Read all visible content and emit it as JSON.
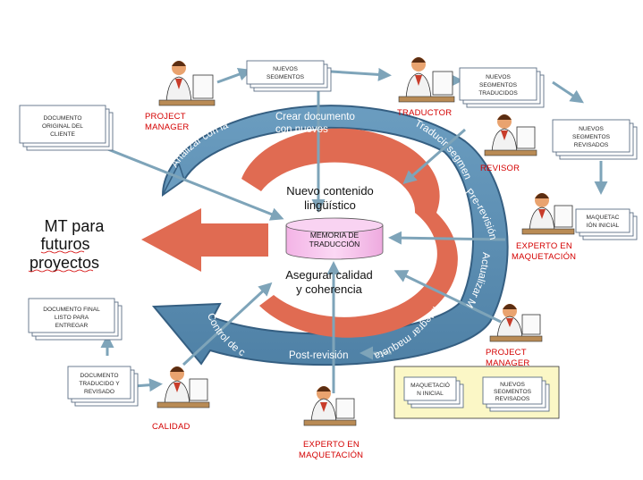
{
  "left_title": [
    "MT para",
    "futuros",
    "proyectos"
  ],
  "center_top": [
    "Nuevo contenido",
    "lingüístico"
  ],
  "center_bottom": [
    "Asegurar calidad",
    "y coherencia"
  ],
  "memory": [
    "MEMORIA DE",
    "TRADUCCIÓN"
  ],
  "ring_labels": {
    "analizar": "Analizar con la MT",
    "crear": [
      "Crear documento",
      "con nuevos"
    ],
    "traducir": "Traducir segmentos",
    "prerevision": "Pre-revisión",
    "actualizar": "Actualizar MT",
    "integrar": "Integrar maquetación y",
    "postrevision": "Post-revisión",
    "control": "Control de calidad"
  },
  "roles": {
    "pm_top": [
      "PROJECT",
      "MANAGER"
    ],
    "traductor": "TRADUCTOR",
    "revisor": "REVISOR",
    "maq_right": [
      "EXPERTO EN",
      "MAQUETACIÓN"
    ],
    "pm_bottom": [
      "PROJECT",
      "MANAGER"
    ],
    "maq_bottom": [
      "EXPERTO EN",
      "MAQUETACIÓN"
    ],
    "calidad": "CALIDAD"
  },
  "documents": {
    "original": [
      "DOCUMENTO",
      "ORIGINAL DEL",
      "CLIENTE"
    ],
    "nuevos_segmentos": [
      "NUEVOS",
      "SEGMENTOS"
    ],
    "traducidos": [
      "NUEVOS",
      "SEGMENTOS",
      "TRADUCIDOS"
    ],
    "revisados": [
      "NUEVOS",
      "SEGMENTOS",
      "REVISADOS"
    ],
    "maq_inicial": [
      "MAQUETAC",
      "IÓN INICIAL"
    ],
    "box_maq": [
      "MAQUETACIÓ",
      "N INICIAL"
    ],
    "box_revisados": [
      "NUEVOS",
      "SEGMENTOS",
      "REVISADOS"
    ],
    "traducido_revisado": [
      "DOCUMENTO",
      "TRADUCIDO Y",
      "REVISADO"
    ],
    "final": [
      "DOCUMENTO FINAL",
      "LISTO PARA",
      "ENTREGAR"
    ]
  },
  "colors": {
    "ring_blue": "#5b8eb3",
    "ring_edge": "#355f82",
    "arrow_orange": "#e06b52",
    "connector": "#7ea4b9",
    "db_pink": "#f6c6ec",
    "box_yellow": "#fbf7c6"
  }
}
